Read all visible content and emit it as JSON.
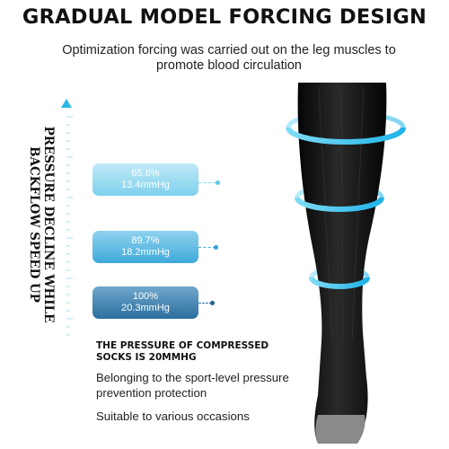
{
  "header": {
    "title": "GRADUAL MODEL FORCING DESIGN",
    "subtitle": "Optimization forcing was carried out on the leg muscles to promote blood circulation"
  },
  "side_label": {
    "line1": "PRESSURE DECLINE WHILE",
    "line2": "BACKFLOW SPEED UP"
  },
  "pressure_levels": [
    {
      "percent": "65.8%",
      "pressure": "13.4mmHg",
      "color": "#7fd0ec"
    },
    {
      "percent": "89.7%",
      "pressure": "18.2mmHg",
      "color": "#3ea9d9"
    },
    {
      "percent": "100%",
      "pressure": "20.3mmHg",
      "color": "#2c6f9e"
    }
  ],
  "info": {
    "headline": "THE PRESSURE OF COMPRESSED SOCKS IS 20MMHG",
    "line1": "Belonging to the sport-level pressure prevention protection",
    "line2": "Suitable to various occasions"
  },
  "colors": {
    "accent": "#2ab7e6",
    "sock": "#0f0f0f",
    "sock_toe": "#8a8a8a"
  }
}
